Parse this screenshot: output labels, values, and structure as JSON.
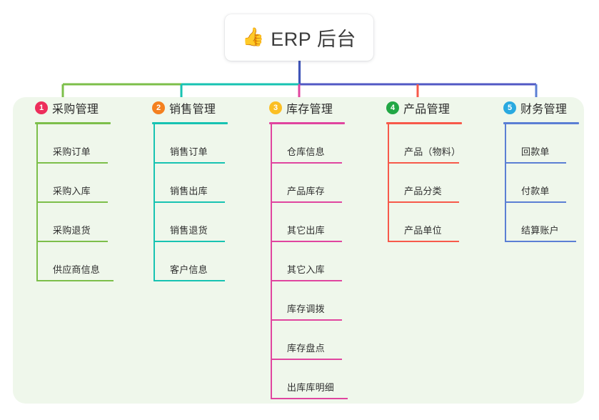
{
  "root": {
    "icon": "thumbs-up-icon",
    "icon_glyph": "👍",
    "title": "ERP 后台"
  },
  "theme": {
    "panel_background": "#eff7eb",
    "page_background": "#ffffff",
    "root_stem_color": "#4055b8",
    "text_color": "#2f2f2f"
  },
  "columns": [
    {
      "number": "1",
      "title": "采购管理",
      "color": "#7cbf4a",
      "badge_color": "#ed2e5b",
      "items": [
        {
          "label": "采购订单"
        },
        {
          "label": "采购入库"
        },
        {
          "label": "采购退货"
        },
        {
          "label": "供应商信息"
        }
      ]
    },
    {
      "number": "2",
      "title": "销售管理",
      "color": "#17c3b2",
      "badge_color": "#f4801f",
      "items": [
        {
          "label": "销售订单"
        },
        {
          "label": "销售出库"
        },
        {
          "label": "销售退货"
        },
        {
          "label": "客户信息"
        }
      ]
    },
    {
      "number": "3",
      "title": "库存管理",
      "color": "#e0459f",
      "badge_color": "#fbbf24",
      "items": [
        {
          "label": "仓库信息"
        },
        {
          "label": "产品库存"
        },
        {
          "label": "其它出库"
        },
        {
          "label": "其它入库"
        },
        {
          "label": "库存调拨"
        },
        {
          "label": "库存盘点"
        },
        {
          "label": "出库库明细"
        }
      ]
    },
    {
      "number": "4",
      "title": "产品管理",
      "color": "#f7594a",
      "badge_color": "#22a745",
      "items": [
        {
          "label": "产品（物料）"
        },
        {
          "label": "产品分类"
        },
        {
          "label": "产品单位"
        }
      ]
    },
    {
      "number": "5",
      "title": "财务管理",
      "color": "#5b7fd4",
      "badge_color": "#29a9e0",
      "items": [
        {
          "label": "回款单"
        },
        {
          "label": "付款单"
        },
        {
          "label": "结算账户"
        }
      ]
    }
  ]
}
